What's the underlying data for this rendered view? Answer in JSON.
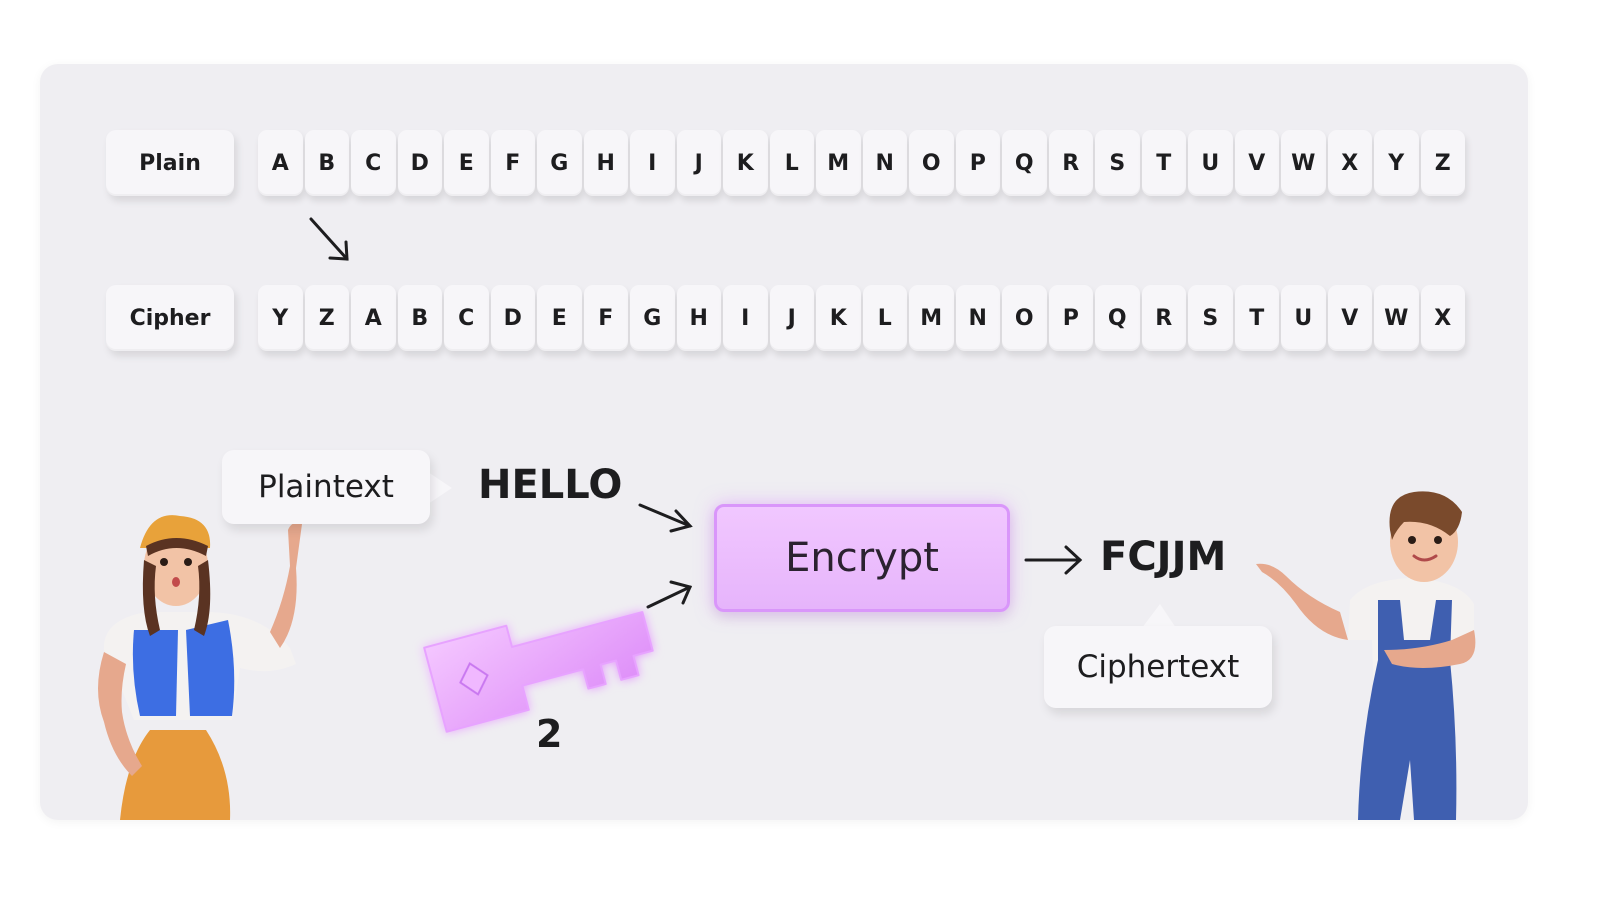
{
  "rows": {
    "plain_label": "Plain",
    "cipher_label": "Cipher",
    "plain_letters": [
      "A",
      "B",
      "C",
      "D",
      "E",
      "F",
      "G",
      "H",
      "I",
      "J",
      "K",
      "L",
      "M",
      "N",
      "O",
      "P",
      "Q",
      "R",
      "S",
      "T",
      "U",
      "V",
      "W",
      "X",
      "Y",
      "Z"
    ],
    "cipher_letters": [
      "Y",
      "Z",
      "A",
      "B",
      "C",
      "D",
      "E",
      "F",
      "G",
      "H",
      "I",
      "J",
      "K",
      "L",
      "M",
      "N",
      "O",
      "P",
      "Q",
      "R",
      "S",
      "T",
      "U",
      "V",
      "W",
      "X"
    ]
  },
  "flow": {
    "plaintext_label": "Plaintext",
    "plaintext_value": "HELLO",
    "encrypt_label": "Encrypt",
    "key_value": "2",
    "ciphertext_value": "FCJJM",
    "ciphertext_label": "Ciphertext"
  },
  "icons": [
    "arrow-icon",
    "key-icon",
    "woman-character",
    "man-character"
  ],
  "colors": {
    "accent": "#e6b4fb",
    "panel": "#efeef2",
    "key": "#e89cff"
  }
}
